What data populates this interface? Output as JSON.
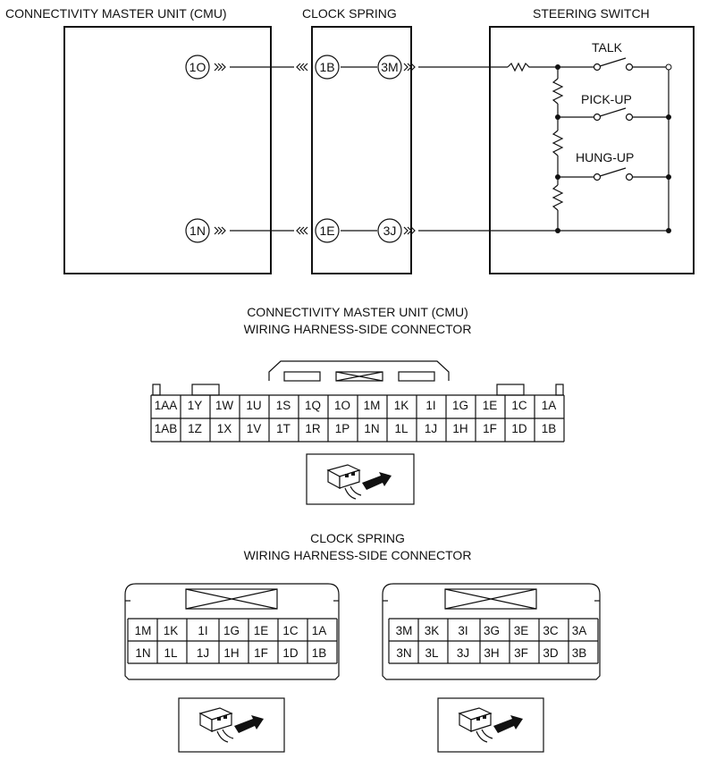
{
  "schematic": {
    "cmu_title": "CONNECTIVITY MASTER UNIT (CMU)",
    "clock_title": "CLOCK SPRING",
    "switch_title": "STEERING SWITCH",
    "cmu_pin_top": "1O",
    "cmu_pin_bottom": "1N",
    "clock_pin_in_top": "1B",
    "clock_pin_out_top": "3M",
    "clock_pin_in_bottom": "1E",
    "clock_pin_out_bottom": "3J",
    "switch_talk": "TALK",
    "switch_pickup": "PICK-UP",
    "switch_hungup": "HUNG-UP"
  },
  "cmu_connector": {
    "title_line1": "CONNECTIVITY MASTER UNIT (CMU)",
    "title_line2": "WIRING HARNESS-SIDE CONNECTOR",
    "row1": [
      "1AA",
      "1Y",
      "1W",
      "1U",
      "1S",
      "1Q",
      "1O",
      "1M",
      "1K",
      "1I",
      "1G",
      "1E",
      "1C",
      "1A"
    ],
    "row2": [
      "1AB",
      "1Z",
      "1X",
      "1V",
      "1T",
      "1R",
      "1P",
      "1N",
      "1L",
      "1J",
      "1H",
      "1F",
      "1D",
      "1B"
    ]
  },
  "clock_connector": {
    "title_line1": "CLOCK SPRING",
    "title_line2": "WIRING HARNESS-SIDE CONNECTOR",
    "left_row1": [
      "1M",
      "1K",
      "1I",
      "1G",
      "1E",
      "1C",
      "1A"
    ],
    "left_row2": [
      "1N",
      "1L",
      "1J",
      "1H",
      "1F",
      "1D",
      "1B"
    ],
    "right_row1": [
      "3M",
      "3K",
      "3I",
      "3G",
      "3E",
      "3C",
      "3A"
    ],
    "right_row2": [
      "3N",
      "3L",
      "3J",
      "3H",
      "3F",
      "3D",
      "3B"
    ]
  }
}
